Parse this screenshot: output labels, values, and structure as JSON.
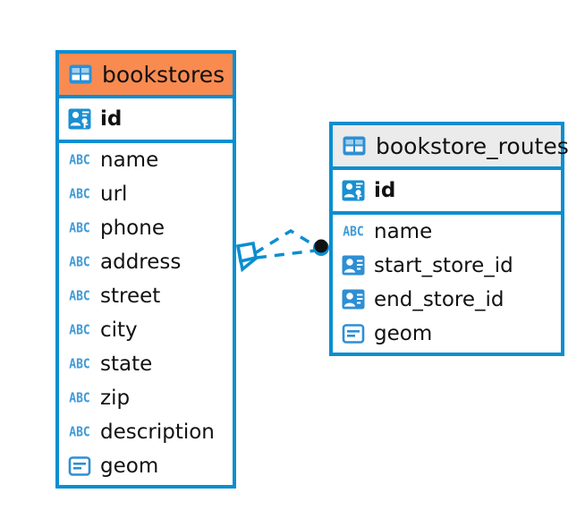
{
  "diagram": {
    "type": "entity-relationship-diagram",
    "accent_color": "#0b8ed0",
    "highlight_color": "#f98b51",
    "header_grey": "#ebebeb",
    "entities": [
      {
        "name": "bookstores",
        "header_style": "orange",
        "table_icon": "table-icon",
        "primary_key": {
          "label": "id",
          "icon": "primary-key-icon"
        },
        "fields": [
          {
            "label": "name",
            "icon": "abc-text-icon"
          },
          {
            "label": "url",
            "icon": "abc-text-icon"
          },
          {
            "label": "phone",
            "icon": "abc-text-icon"
          },
          {
            "label": "address",
            "icon": "abc-text-icon"
          },
          {
            "label": "street",
            "icon": "abc-text-icon"
          },
          {
            "label": "city",
            "icon": "abc-text-icon"
          },
          {
            "label": "state",
            "icon": "abc-text-icon"
          },
          {
            "label": "zip",
            "icon": "abc-text-icon"
          },
          {
            "label": "description",
            "icon": "abc-text-icon"
          },
          {
            "label": "geom",
            "icon": "geometry-icon"
          }
        ]
      },
      {
        "name": "bookstore_routes",
        "header_style": "grey",
        "table_icon": "table-icon",
        "primary_key": {
          "label": "id",
          "icon": "primary-key-icon"
        },
        "fields": [
          {
            "label": "name",
            "icon": "abc-text-icon"
          },
          {
            "label": "start_store_id",
            "icon": "foreign-key-icon"
          },
          {
            "label": "end_store_id",
            "icon": "foreign-key-icon"
          },
          {
            "label": "geom",
            "icon": "geometry-icon"
          }
        ]
      }
    ],
    "relationship": {
      "from": "bookstores",
      "to": "bookstore_routes",
      "line_style": "dashed",
      "source_marker": "crows-foot-marker",
      "target_marker": "filled-circle-marker",
      "color": "#0b8ed0"
    }
  }
}
